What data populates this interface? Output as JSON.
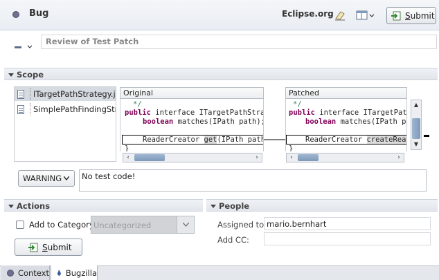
{
  "header": {
    "title": "Bug",
    "org": "Eclipse.org",
    "submit_prefix": "",
    "submit_mnemonic": "S",
    "submit_rest": "ubmit"
  },
  "summary": {
    "value": "Review of Test Patch"
  },
  "scope": {
    "title": "Scope",
    "files": [
      "ITargetPathStrategy.java",
      "SimplePathFindingStrategy.java"
    ],
    "original": {
      "title": "Original",
      "lines": [
        "*/",
        "public",
        " interface ITargetPathStrat",
        "boolean",
        " matches(IPath path);",
        "ReaderCreator ",
        "get",
        "(IPath path)",
        "}"
      ]
    },
    "patched": {
      "title": "Patched",
      "lines": [
        "*/",
        "public",
        " interface ITargetPath",
        "boolean",
        " matches(IPath pat",
        "ReaderCreator ",
        "createRead",
        "}"
      ]
    }
  },
  "review": {
    "severity": "WARNING",
    "comment": "No test code!"
  },
  "actions": {
    "title": "Actions",
    "add_to_category_label": "Add to Category",
    "category_value": "Uncategorized",
    "submit_mnemonic": "S",
    "submit_rest": "ubmit"
  },
  "people": {
    "title": "People",
    "assigned_label": "Assigned to:",
    "assigned_value": "mario.bernhart",
    "addcc_label": "Add CC:"
  },
  "tabs": [
    {
      "label": "Context"
    },
    {
      "label": "Bugzilla"
    }
  ],
  "colors": {
    "keyword": "#7f0055",
    "comment": "#3f7f5f",
    "accent": "#7e9ab9"
  }
}
